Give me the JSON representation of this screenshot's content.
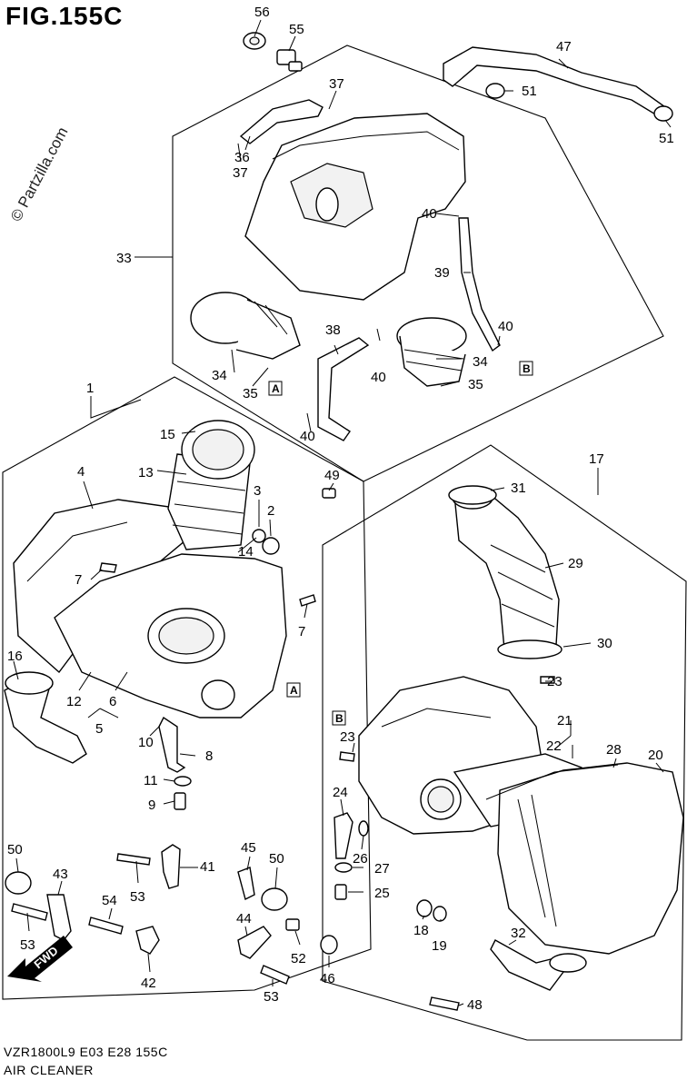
{
  "figure": {
    "title": "FIG.155C",
    "watermark": "© Partzilla.com",
    "model_code": "VZR1800L9  E03  E28  155C",
    "section_name": "AIR CLEANER",
    "fwd_label": "FWD"
  },
  "callouts": [
    {
      "id": "c56",
      "label": "56"
    },
    {
      "id": "c55",
      "label": "55"
    },
    {
      "id": "c47",
      "label": "47"
    },
    {
      "id": "c51a",
      "label": "51"
    },
    {
      "id": "c51b",
      "label": "51"
    },
    {
      "id": "c37a",
      "label": "37"
    },
    {
      "id": "c37b",
      "label": "37"
    },
    {
      "id": "c36",
      "label": "36"
    },
    {
      "id": "c33",
      "label": "33"
    },
    {
      "id": "c40a",
      "label": "40"
    },
    {
      "id": "c39",
      "label": "39"
    },
    {
      "id": "c38",
      "label": "38"
    },
    {
      "id": "c40b",
      "label": "40"
    },
    {
      "id": "c40c",
      "label": "40"
    },
    {
      "id": "c34a",
      "label": "34"
    },
    {
      "id": "c34b",
      "label": "34"
    },
    {
      "id": "c35a",
      "label": "35"
    },
    {
      "id": "c35b",
      "label": "35"
    },
    {
      "id": "c40d",
      "label": "40"
    },
    {
      "id": "c1",
      "label": "1"
    },
    {
      "id": "c15",
      "label": "15"
    },
    {
      "id": "c13",
      "label": "13"
    },
    {
      "id": "c49",
      "label": "49"
    },
    {
      "id": "c4",
      "label": "4"
    },
    {
      "id": "c3",
      "label": "3"
    },
    {
      "id": "c2",
      "label": "2"
    },
    {
      "id": "c14",
      "label": "14"
    },
    {
      "id": "c7a",
      "label": "7"
    },
    {
      "id": "c7b",
      "label": "7"
    },
    {
      "id": "c16",
      "label": "16"
    },
    {
      "id": "c12",
      "label": "12"
    },
    {
      "id": "c6",
      "label": "6"
    },
    {
      "id": "c5",
      "label": "5"
    },
    {
      "id": "c10",
      "label": "10"
    },
    {
      "id": "c8",
      "label": "8"
    },
    {
      "id": "c11",
      "label": "11"
    },
    {
      "id": "c9",
      "label": "9"
    },
    {
      "id": "c17",
      "label": "17"
    },
    {
      "id": "c31",
      "label": "31"
    },
    {
      "id": "c29",
      "label": "29"
    },
    {
      "id": "c30",
      "label": "30"
    },
    {
      "id": "c23a",
      "label": "23"
    },
    {
      "id": "c23b",
      "label": "23"
    },
    {
      "id": "c21",
      "label": "21"
    },
    {
      "id": "c22",
      "label": "22"
    },
    {
      "id": "c28",
      "label": "28"
    },
    {
      "id": "c20",
      "label": "20"
    },
    {
      "id": "c24",
      "label": "24"
    },
    {
      "id": "c26",
      "label": "26"
    },
    {
      "id": "c27",
      "label": "27"
    },
    {
      "id": "c25",
      "label": "25"
    },
    {
      "id": "c18",
      "label": "18"
    },
    {
      "id": "c19",
      "label": "19"
    },
    {
      "id": "c32",
      "label": "32"
    },
    {
      "id": "c48",
      "label": "48"
    },
    {
      "id": "c50a",
      "label": "50"
    },
    {
      "id": "c43",
      "label": "43"
    },
    {
      "id": "c53a",
      "label": "53"
    },
    {
      "id": "c53b",
      "label": "53"
    },
    {
      "id": "c53c",
      "label": "53"
    },
    {
      "id": "c41",
      "label": "41"
    },
    {
      "id": "c45",
      "label": "45"
    },
    {
      "id": "c50b",
      "label": "50"
    },
    {
      "id": "c54",
      "label": "54"
    },
    {
      "id": "c42",
      "label": "42"
    },
    {
      "id": "c44",
      "label": "44"
    },
    {
      "id": "c52",
      "label": "52"
    },
    {
      "id": "c46",
      "label": "46"
    }
  ],
  "refs": {
    "a1": "A",
    "a2": "A",
    "b1": "B",
    "b2": "B"
  }
}
